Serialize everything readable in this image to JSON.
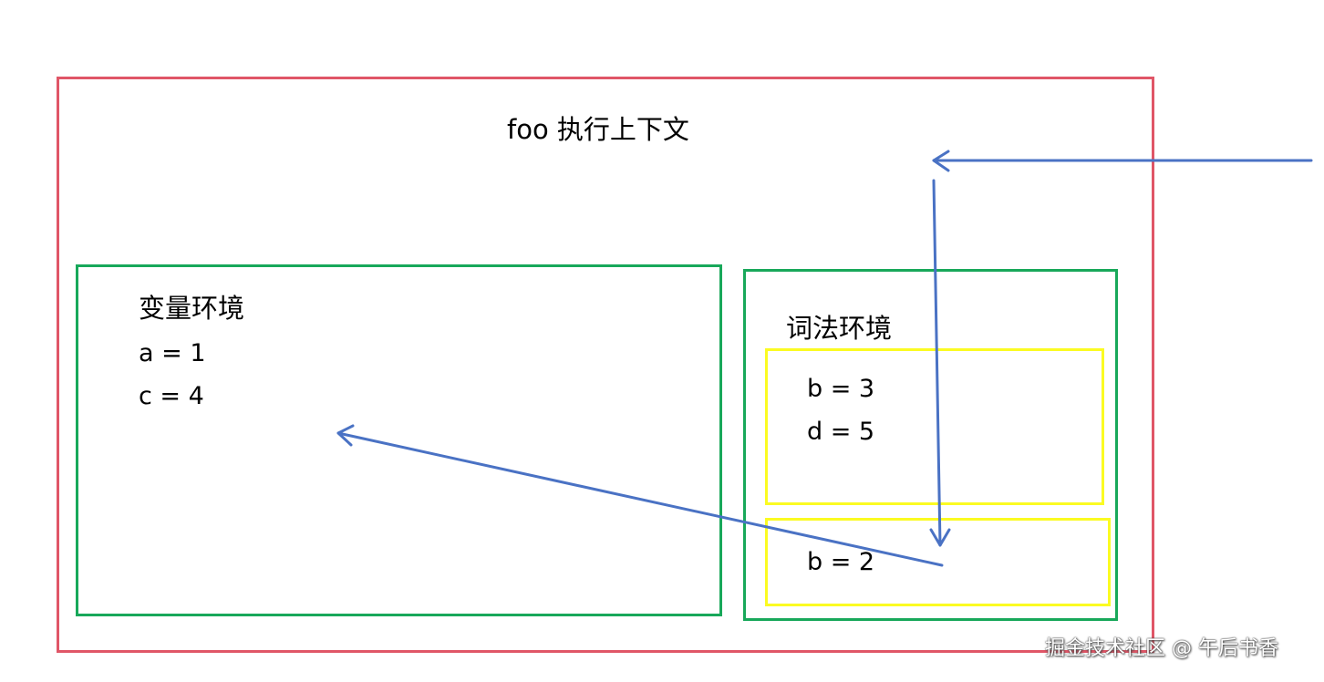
{
  "execution_context": {
    "title": "foo 执行上下文",
    "border_color": "#e05667"
  },
  "variable_environment": {
    "title": "变量环境",
    "entries": [
      "a = 1",
      "c = 4"
    ],
    "border_color": "#18a85a"
  },
  "lexical_environment": {
    "title": "词法环境",
    "border_color": "#18a85a",
    "blocks": [
      {
        "entries": [
          "b = 3",
          "d = 5"
        ],
        "border_color": "#fbfb22"
      },
      {
        "entries": [
          "b = 2"
        ],
        "border_color": "#fbfb22"
      }
    ]
  },
  "arrows": {
    "color": "#4a72c4"
  },
  "watermark": "掘金技术社区 @ 午后书香"
}
